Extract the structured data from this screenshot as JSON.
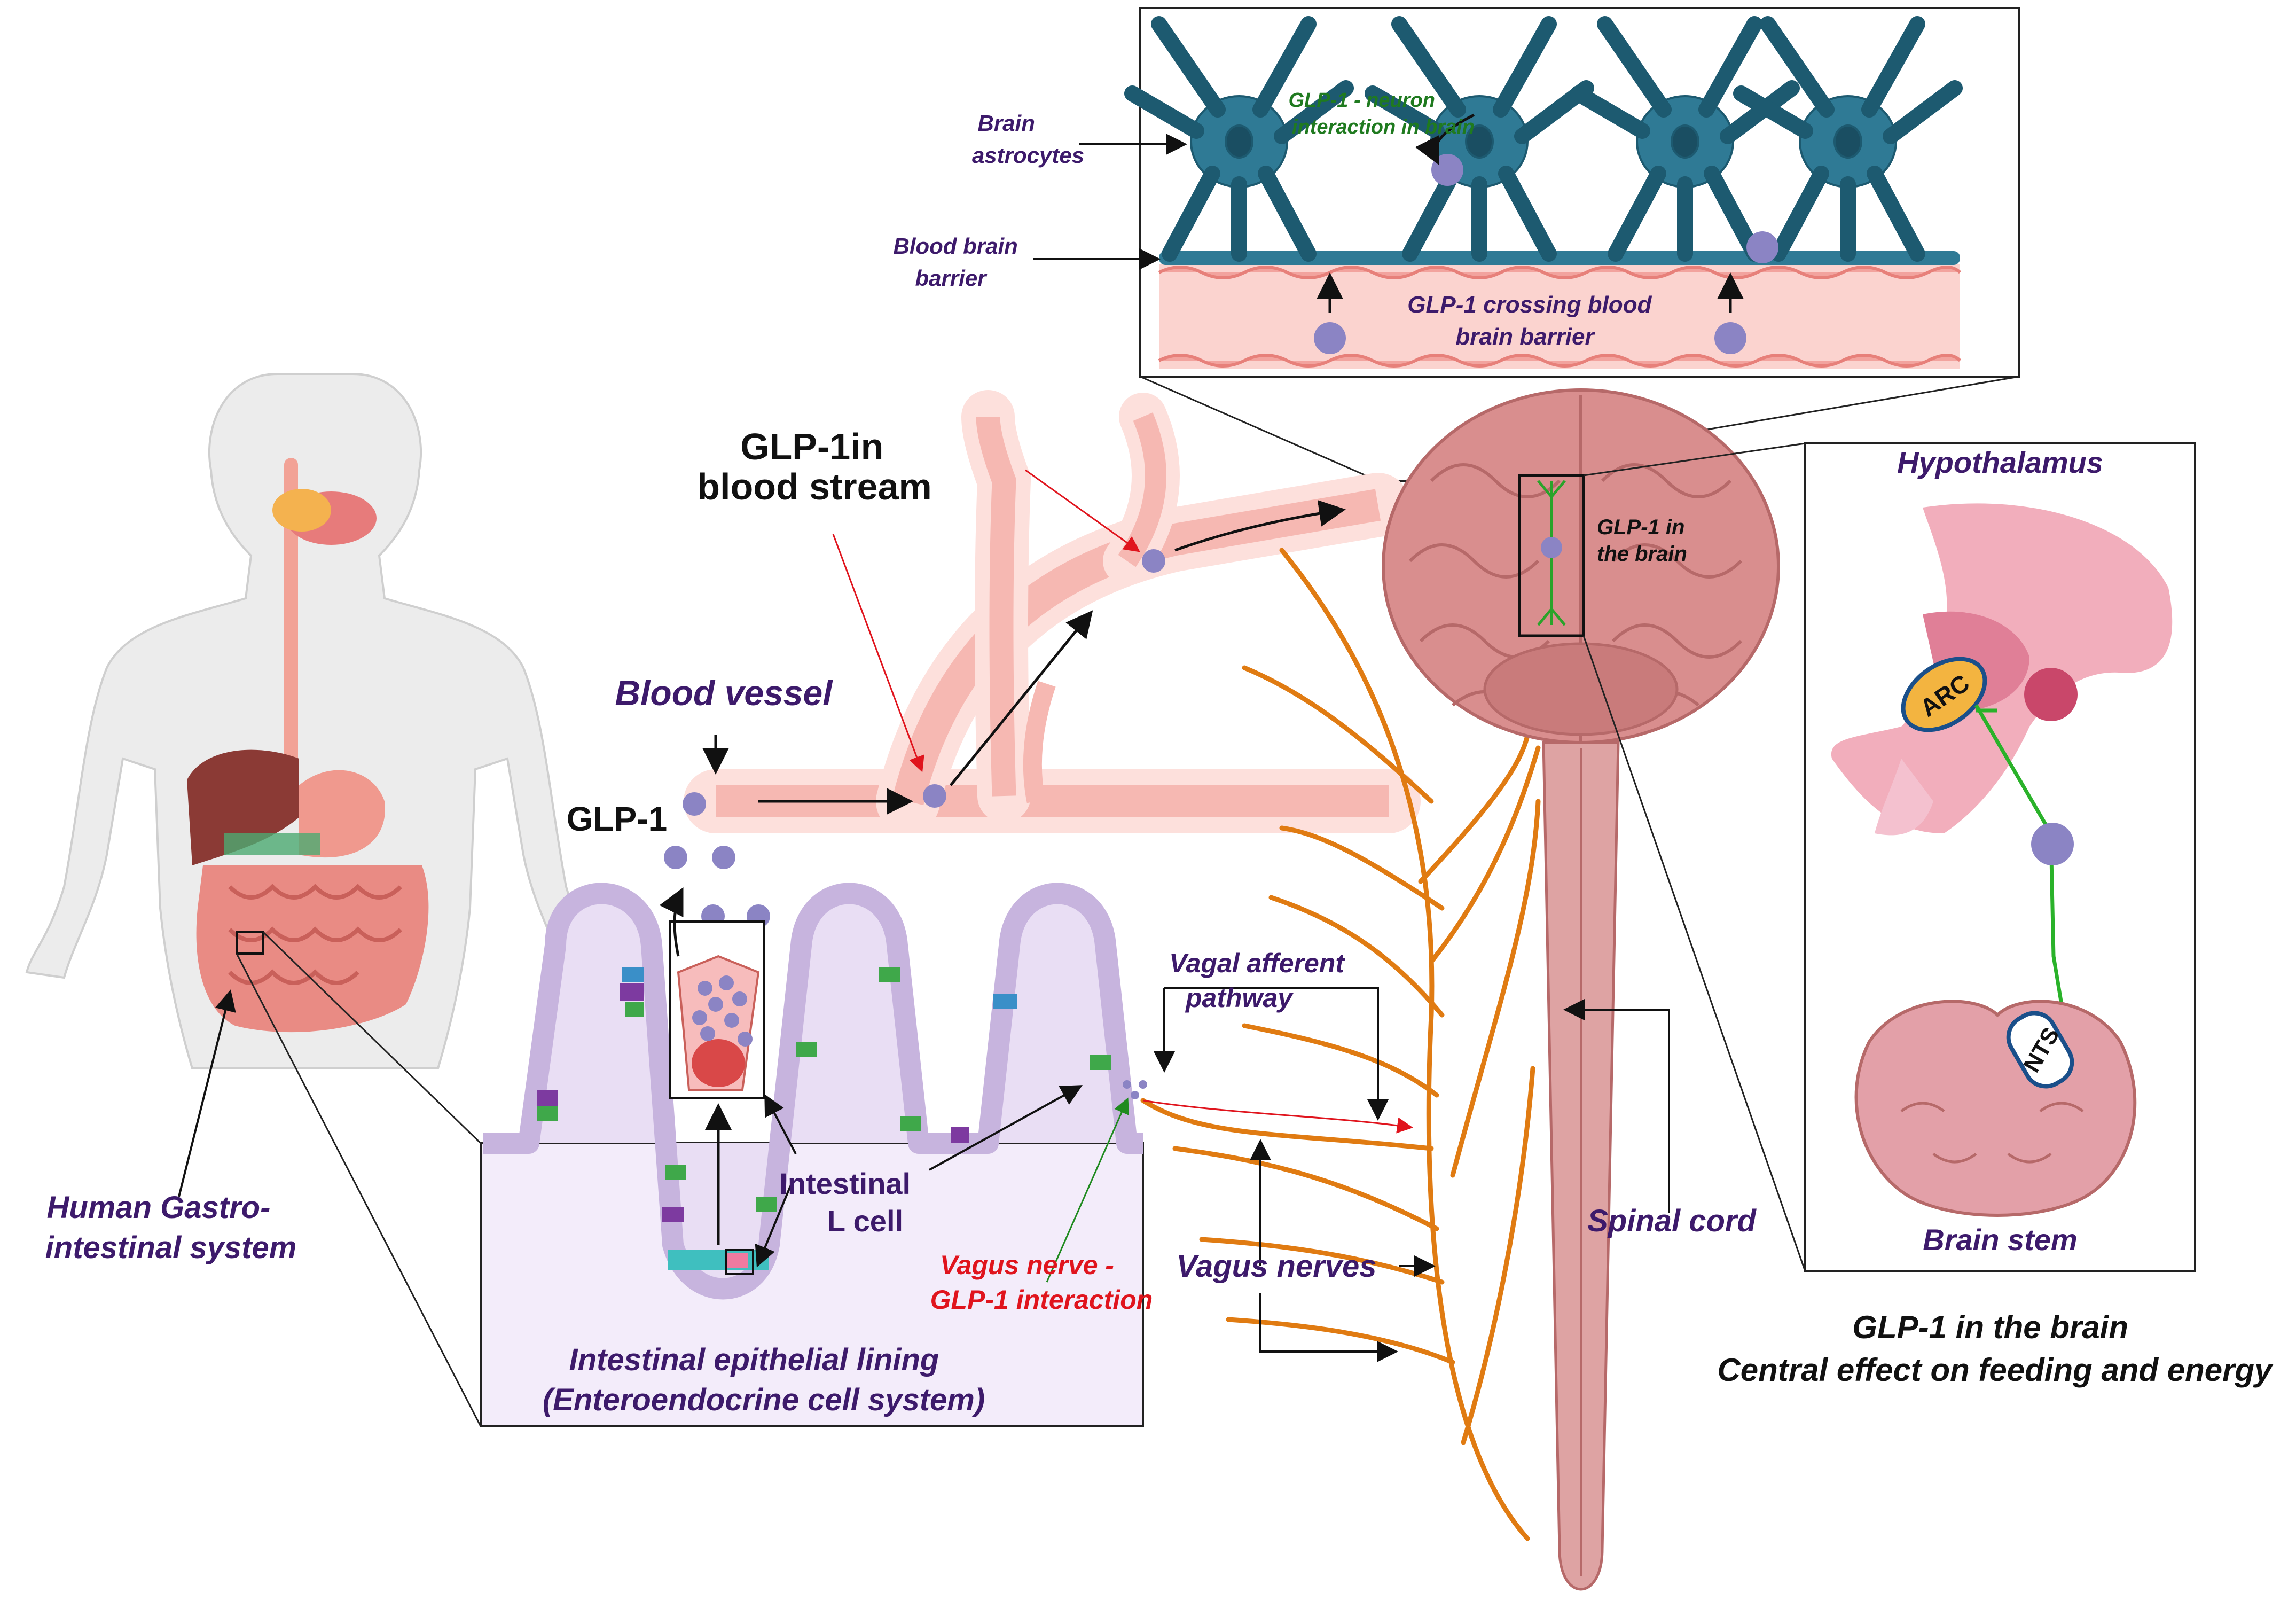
{
  "labels": {
    "brain_astrocytes": [
      "Brain",
      "astrocytes"
    ],
    "glp1_neuron": [
      "GLP-1 - neuron",
      "interaction in brain"
    ],
    "bbb": [
      "Blood brain",
      "barrier"
    ],
    "glp1_crossing": [
      "GLP-1 crossing blood",
      "brain barrier"
    ],
    "glp1_blood_stream": [
      "GLP-1in",
      "blood stream"
    ],
    "glp1_in_brain_small": [
      "GLP-1 in",
      "the brain"
    ],
    "hypothalamus": "Hypothalamus",
    "arc": "ARC",
    "nts": "NTS",
    "brain_stem": "Brain stem",
    "blood_vessel": "Blood vessel",
    "glp1": "GLP-1",
    "vagal_afferent": [
      "Vagal afferent",
      "pathway"
    ],
    "intestinal_l_cell": [
      "Intestinal",
      "L cell"
    ],
    "human_gi": [
      "Human Gastro-",
      "intestinal system"
    ],
    "spinal_cord": "Spinal cord",
    "vagus_nerve_glp1": [
      "Vagus nerve -",
      "GLP-1 interaction"
    ],
    "vagus_nerves": "Vagus nerves",
    "epithelial": [
      "Intestinal epithelial lining",
      "(Enteroendocrine cell system)"
    ],
    "glp1_brain_central": [
      "GLP-1 in the brain",
      "Central effect on feeding and energy"
    ]
  },
  "colors": {
    "label_purple": "#3d1a6b",
    "label_black": "#111111",
    "label_red": "#e0141d",
    "label_green": "#1f7a1f",
    "glp1_molecule": "#8b84c4",
    "astrocyte": "#2f7a95",
    "vessel": "#f7c6c2",
    "nerve": "#e07b12",
    "brain": "#d98e8e",
    "epithelium": "#efe6f7"
  }
}
